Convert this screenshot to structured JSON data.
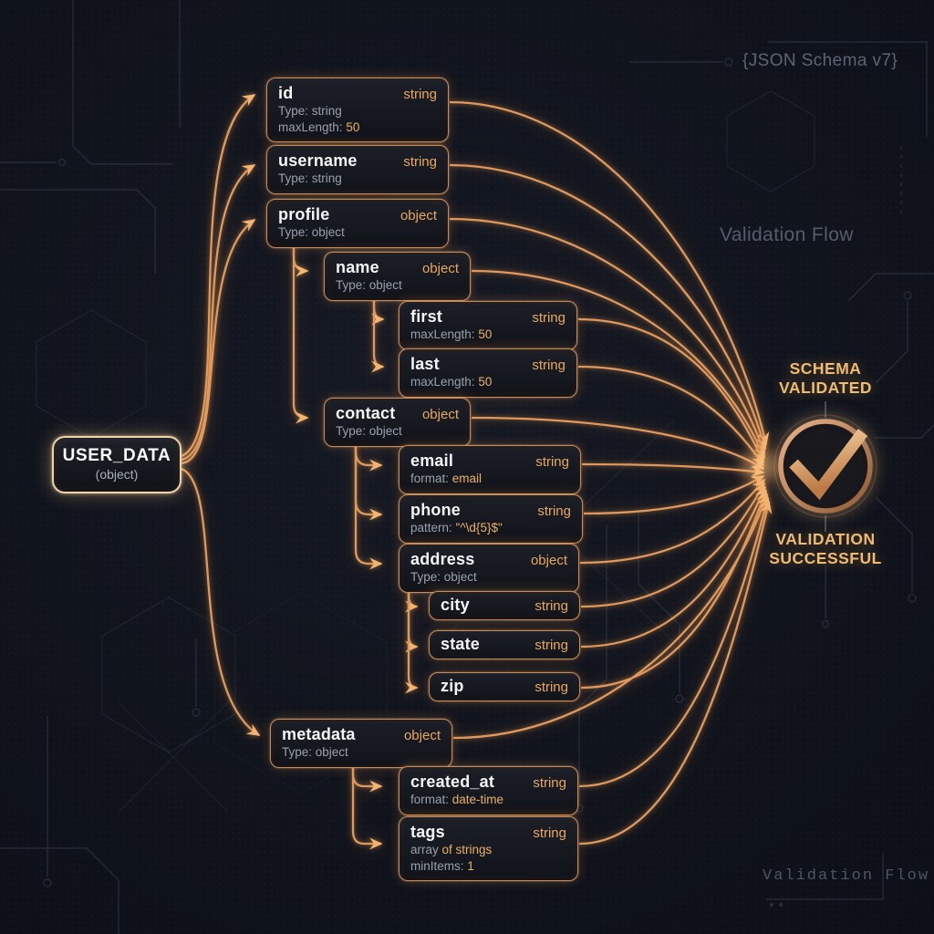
{
  "title": "JSON schema validation flow diagram",
  "accent_colors": {
    "line_orange": "#e0985b",
    "badge_gold": "#e9a75f",
    "value_gold": "#ecb167",
    "result_gold": "#eebb6f"
  },
  "background_labels": {
    "schema_version": "{JSON Schema v7}",
    "flow_mid": "Validation Flow",
    "flow_bottom": "Validation Flow"
  },
  "root": {
    "title": "USER_DATA",
    "subtitle": "(object)"
  },
  "result": {
    "top_line1": "SCHEMA",
    "top_line2": "VALIDATED",
    "bottom_line1": "VALIDATION",
    "bottom_line2": "SUCCESSFUL",
    "icon": "check-icon"
  },
  "nodes": [
    {
      "key": "id",
      "badge": "string",
      "props": [
        {
          "k": "Type: string",
          "v": ""
        },
        {
          "k": "maxLength:",
          "v": "50"
        }
      ]
    },
    {
      "key": "username",
      "badge": "string",
      "props": [
        {
          "k": "Type: string",
          "v": ""
        }
      ]
    },
    {
      "key": "profile",
      "badge": "object",
      "props": [
        {
          "k": "Type: object",
          "v": ""
        }
      ]
    },
    {
      "key": "name",
      "badge": "object",
      "props": [
        {
          "k": "Type: object",
          "v": ""
        }
      ]
    },
    {
      "key": "first",
      "badge": "string",
      "props": [
        {
          "k": "maxLength:",
          "v": "50"
        }
      ]
    },
    {
      "key": "last",
      "badge": "string",
      "props": [
        {
          "k": "maxLength:",
          "v": "50"
        }
      ]
    },
    {
      "key": "contact",
      "badge": "object",
      "props": [
        {
          "k": "Type: object",
          "v": ""
        }
      ]
    },
    {
      "key": "email",
      "badge": "string",
      "props": [
        {
          "k": "format:",
          "v": "email"
        }
      ]
    },
    {
      "key": "phone",
      "badge": "string",
      "props": [
        {
          "k": "pattern:",
          "v": "\"^\\d{5}$\""
        }
      ]
    },
    {
      "key": "address",
      "badge": "object",
      "props": [
        {
          "k": "Type: object",
          "v": ""
        }
      ]
    },
    {
      "key": "city",
      "badge": "string",
      "props": []
    },
    {
      "key": "state",
      "badge": "string",
      "props": []
    },
    {
      "key": "zip",
      "badge": "string",
      "props": []
    },
    {
      "key": "metadata",
      "badge": "object",
      "props": [
        {
          "k": "Type: object",
          "v": ""
        }
      ]
    },
    {
      "key": "created_at",
      "badge": "string",
      "props": [
        {
          "k": "format:",
          "v": "date-time"
        }
      ]
    },
    {
      "key": "tags",
      "badge": "string",
      "props": [
        {
          "k": "array",
          "v": "of strings"
        },
        {
          "k": "minItems:",
          "v": "1"
        }
      ]
    }
  ]
}
